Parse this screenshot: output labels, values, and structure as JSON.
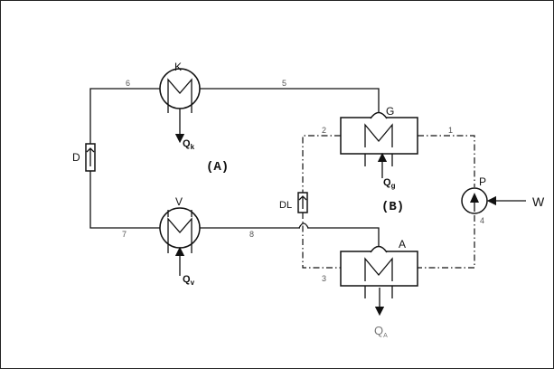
{
  "diagram": {
    "components": {
      "condenser": "K",
      "evaporator": "V",
      "generator": "G",
      "absorber": "A",
      "pump": "P",
      "valve_refrigerant": "D",
      "valve_solution": "DL"
    },
    "circuits": {
      "refrigerant_loop": "(A)",
      "solution_loop": "(B)"
    },
    "heat_flows": {
      "condenser": {
        "main": "Q",
        "sub": "k"
      },
      "evaporator": {
        "main": "Q",
        "sub": "v"
      },
      "generator": {
        "main": "Q",
        "sub": "g"
      },
      "absorber": {
        "main": "Q",
        "sub": "A"
      }
    },
    "work": "W",
    "state_points": [
      "1",
      "2",
      "3",
      "4",
      "5",
      "6",
      "7",
      "8"
    ]
  }
}
